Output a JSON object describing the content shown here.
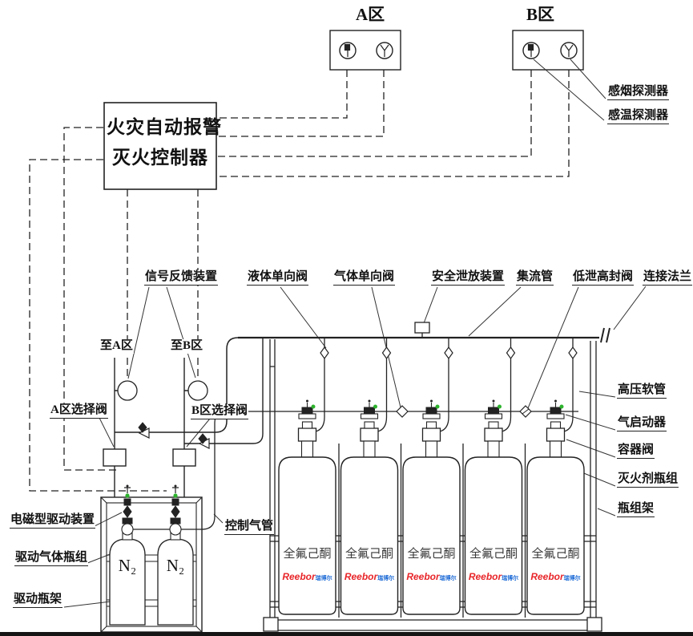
{
  "zones": {
    "a_title": "A区",
    "b_title": "B区"
  },
  "controller": {
    "line1": "火灾自动报警",
    "line2": "灭火控制器"
  },
  "labels": {
    "smoke_detector": "感烟探测器",
    "heat_detector": "感温探测器",
    "signal_feedback": "信号反馈装置",
    "liquid_check_valve": "液体单向阀",
    "gas_check_valve": "气体单向阀",
    "safety_relief": "安全泄放装置",
    "manifold": "集流管",
    "low_leak_high_seal_valve": "低泄高封阀",
    "connecting_flange": "连接法兰",
    "to_zone_a": "至A区",
    "to_zone_b": "至B区",
    "zone_a_selector_valve": "A区选择阀",
    "zone_b_selector_valve": "B区选择阀",
    "high_pressure_hose": "高压软管",
    "gas_actuator": "气启动器",
    "container_valve": "容器阀",
    "agent_cylinder_group": "灭火剂瓶组",
    "cylinder_rack": "瓶组架",
    "solenoid_driver": "电磁型驱动装置",
    "driver_gas_cylinder_group": "驱动气体瓶组",
    "driver_cylinder_rack": "驱动瓶架",
    "control_gas_pipe": "控制气管"
  },
  "cylinders": {
    "agent_name": "全氟己酮",
    "brand": "Reebor",
    "brand_cn": "瑞博尔",
    "n2": "N₂",
    "agent_count": 5,
    "n2_count": 2
  },
  "colors": {
    "line": "#222222",
    "indicator_green": "#2db32d",
    "brand_red": "#e8262a",
    "brand_blue": "#1e6bd6",
    "bottom_bar": "#151515"
  }
}
